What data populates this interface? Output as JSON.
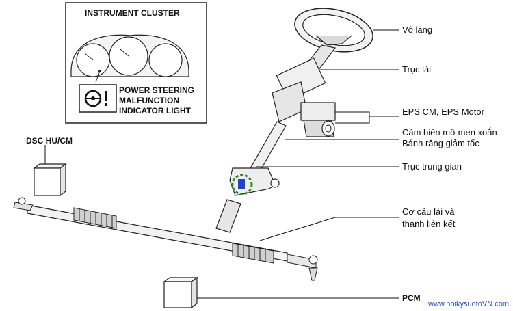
{
  "cluster": {
    "title": "INSTRUMENT CLUSTER",
    "indicator_lines": [
      "POWER STEERING",
      "MALFUNCTION",
      "INDICATOR LIGHT"
    ]
  },
  "labels": {
    "steering_wheel": "Vô lăng",
    "steering_shaft": "Trục lái",
    "eps": "EPS CM, EPS Motor",
    "torque_sensor": "Cảm biến mô-men xoắn",
    "reduction_gear": "Bánh răng giảm tốc",
    "intermediate_shaft": "Trục trung gian",
    "gear_linkage_1": "Cơ cấu lái và",
    "gear_linkage_2": "thanh liên kết",
    "dsc": "DSC HU/CM",
    "pcm": "PCM"
  },
  "watermark": "www.hoikysuotoVN.com",
  "colors": {
    "line": "#222222",
    "fill_light": "#f2f2f2",
    "fill_mid": "#d9d9d9",
    "highlight_green": "#2e8b2e",
    "highlight_blue": "#2244cc",
    "watermark": "#1f4fd1"
  }
}
